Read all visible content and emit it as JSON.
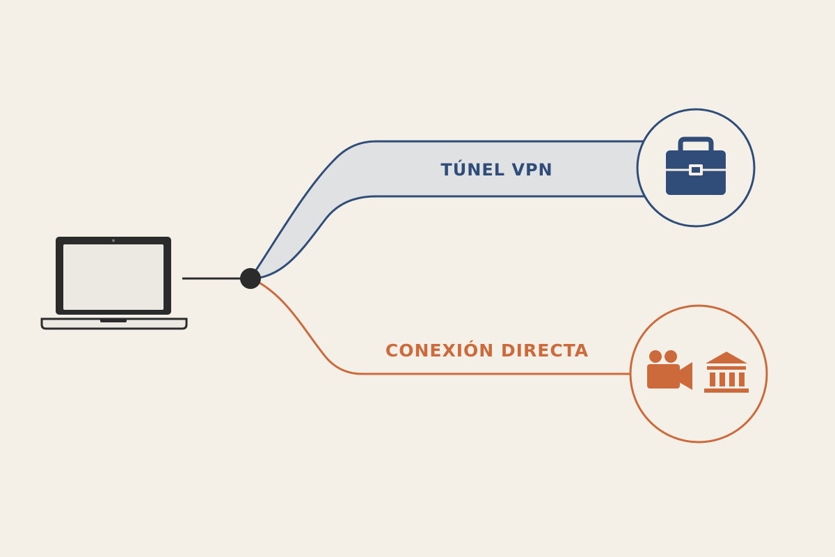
{
  "diagram": {
    "background": "#f4f0e8",
    "colors": {
      "vpn": "#2f4d78",
      "vpn_fill": "#dfe1e3",
      "direct": "#cc6a3c",
      "device": "#2b2b2b",
      "screen": "#ece9e3"
    },
    "source": {
      "icon": "laptop-icon"
    },
    "routes": [
      {
        "id": "vpn",
        "label": "TÚNEL VPN",
        "destination_icons": [
          "briefcase-icon"
        ]
      },
      {
        "id": "direct",
        "label": "CONEXIÓN DIRECTA",
        "destination_icons": [
          "video-camera-icon",
          "bank-icon"
        ]
      }
    ]
  }
}
